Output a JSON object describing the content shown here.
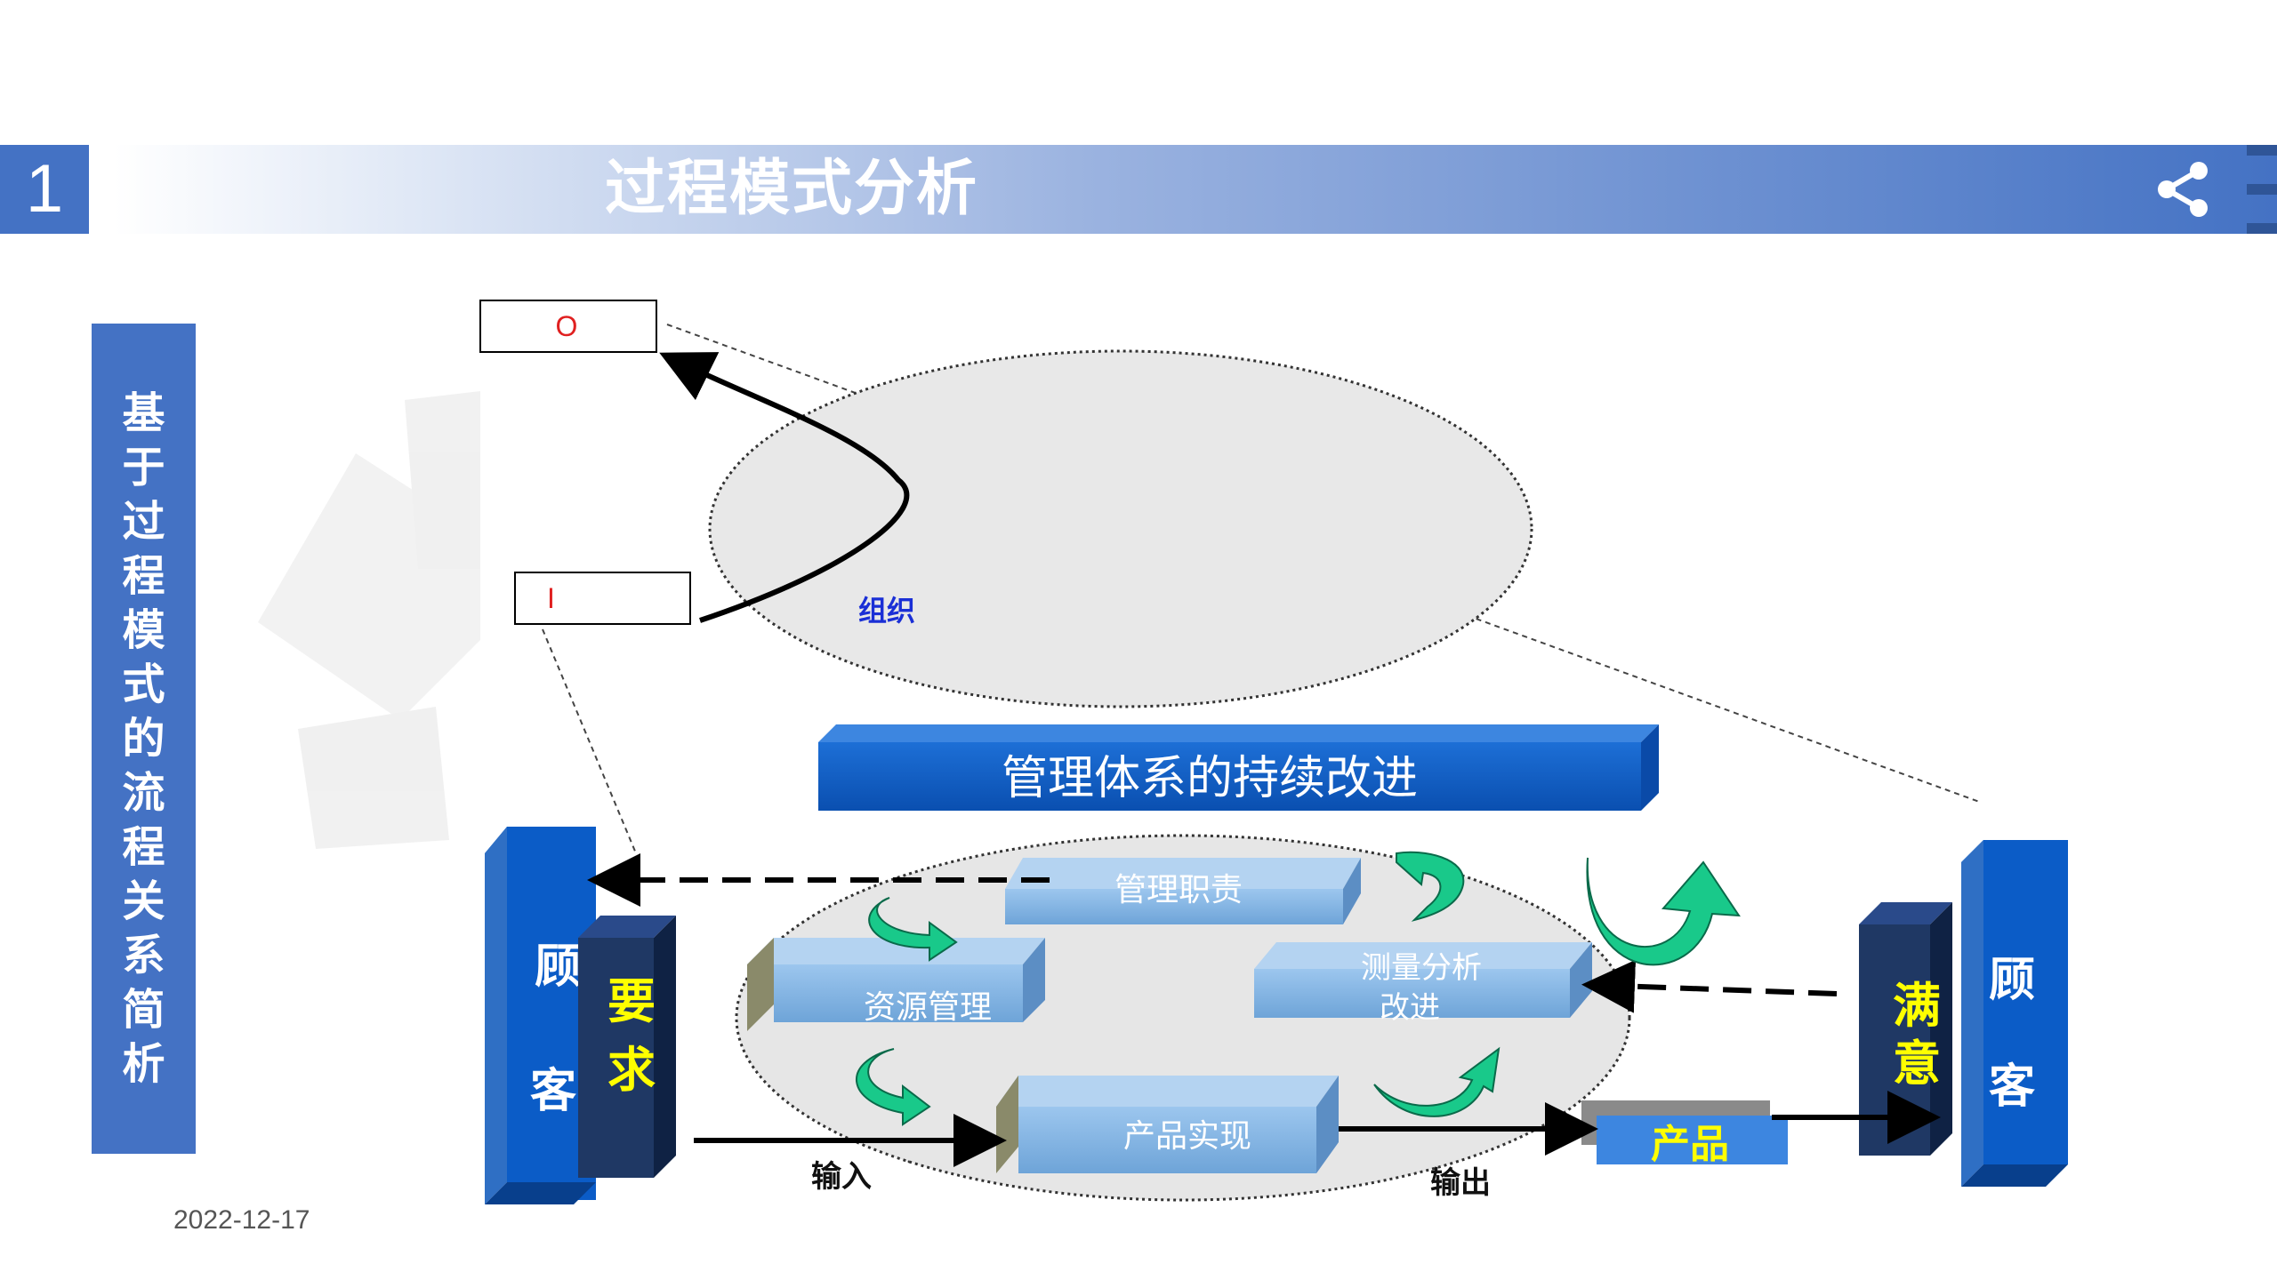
{
  "header": {
    "section_number": "1",
    "title": "过程模式分析"
  },
  "side_label": "基于过程模式的流程关系简析",
  "footer": {
    "date": "2022-12-17"
  },
  "diagram": {
    "output_box_label": "O",
    "input_box_label": "I",
    "organization_label": "组织",
    "banner_label": "管理体系的持续改进",
    "left_customer": "顾客",
    "requirement": "要求",
    "right_customer": "顾客",
    "satisfaction": "满意",
    "process_management": "管理职责",
    "process_resources": "资源管理",
    "process_measure_line1": "测量分析",
    "process_measure_line2": "改进",
    "process_realization": "产品实现",
    "product": "产品",
    "input_label": "输入",
    "output_label": "输出"
  },
  "colors": {
    "accent": "#4472c4",
    "dark_blue": "#1f3864",
    "bright_blue": "#0b5cc7",
    "process_box": "#7eb2e0",
    "green_arrow": "#19c98a",
    "yellow_text": "#ffff00"
  },
  "icons": {
    "share": "share-icon"
  }
}
